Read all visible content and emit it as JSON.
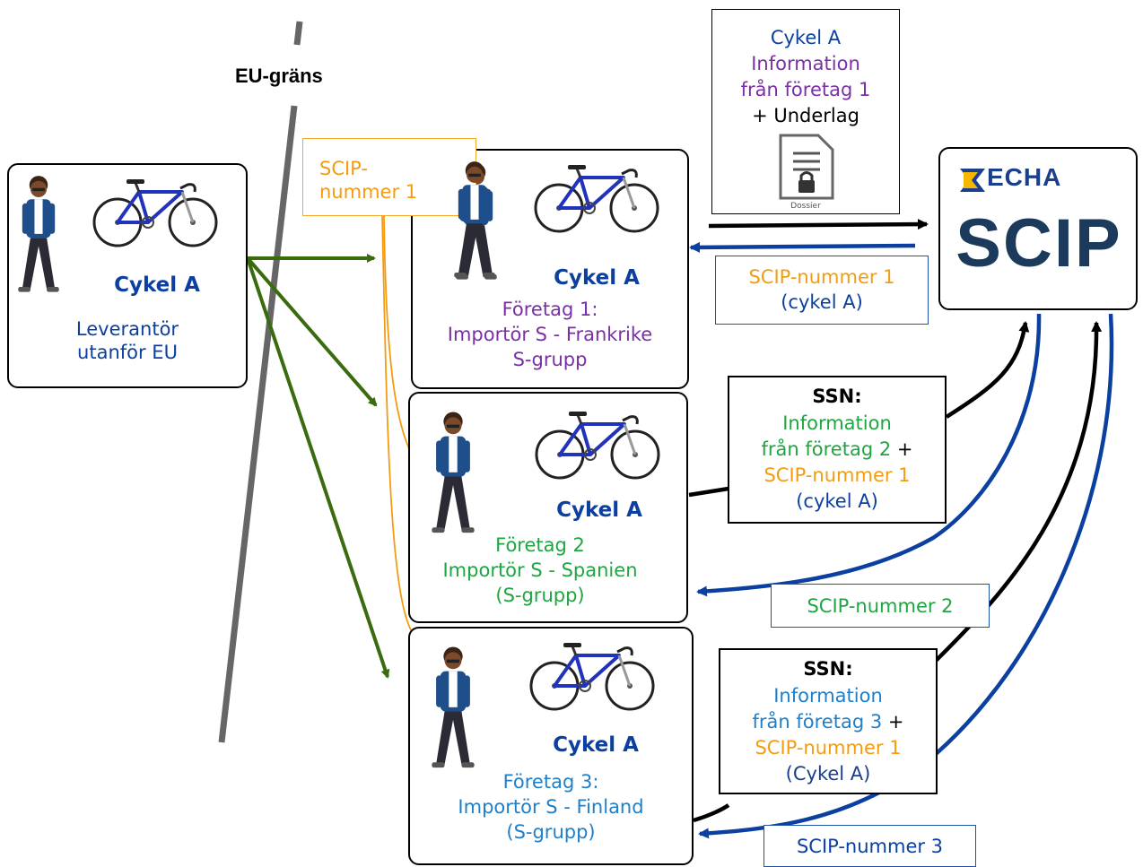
{
  "border_label": "EU-gräns",
  "supplier": {
    "bike": "Cykel A",
    "line1": "Leverantör",
    "line2": "utanför EU"
  },
  "scip_note": {
    "line1": "SCIP-",
    "line2": "nummer 1"
  },
  "company1": {
    "bike": "Cykel A",
    "line1": "Företag 1:",
    "line2": "Importör S - Frankrike",
    "line3": "S-grupp"
  },
  "company2": {
    "bike": "Cykel A",
    "line1": "Företag 2",
    "line2": "Importör S - Spanien",
    "line3": "(S-grupp)"
  },
  "company3": {
    "bike": "Cykel A",
    "line1": "Företag 3:",
    "line2": "Importör S - Finland",
    "line3": "(S-grupp)"
  },
  "dossier_box": {
    "line1": "Cykel A",
    "line2": "Information",
    "line3": "från företag 1",
    "line4": "+ Underlag",
    "icon_label": "Dossier"
  },
  "echa": {
    "logo_text": "ECHA",
    "scip_text": "SCIP"
  },
  "reply1": {
    "line1": "SCIP-nummer 1",
    "line2": "(cykel A)"
  },
  "ssn2": {
    "title": "SSN:",
    "line1": "Information",
    "line2a": "från företag 2",
    "line2b": " +",
    "line3": "SCIP-nummer 1",
    "line4": "(cykel A)"
  },
  "reply2": {
    "label": "SCIP-nummer 2"
  },
  "ssn3": {
    "title": "SSN:",
    "line1": "Information",
    "line2a": "från företag 3",
    "line2b": " +",
    "line3": "SCIP-nummer 1",
    "line4": "(Cykel A)"
  },
  "reply3": {
    "label": "SCIP-nummer 3"
  },
  "colors": {
    "navy": "#0b3fa0",
    "purple": "#7b2fa6",
    "green": "#1fa542",
    "teal": "#1f7fc8",
    "orange": "#f39c12",
    "arrow_green": "#3a6b0f",
    "arrow_blue": "#0b3fa0",
    "border_grey": "#666666"
  }
}
